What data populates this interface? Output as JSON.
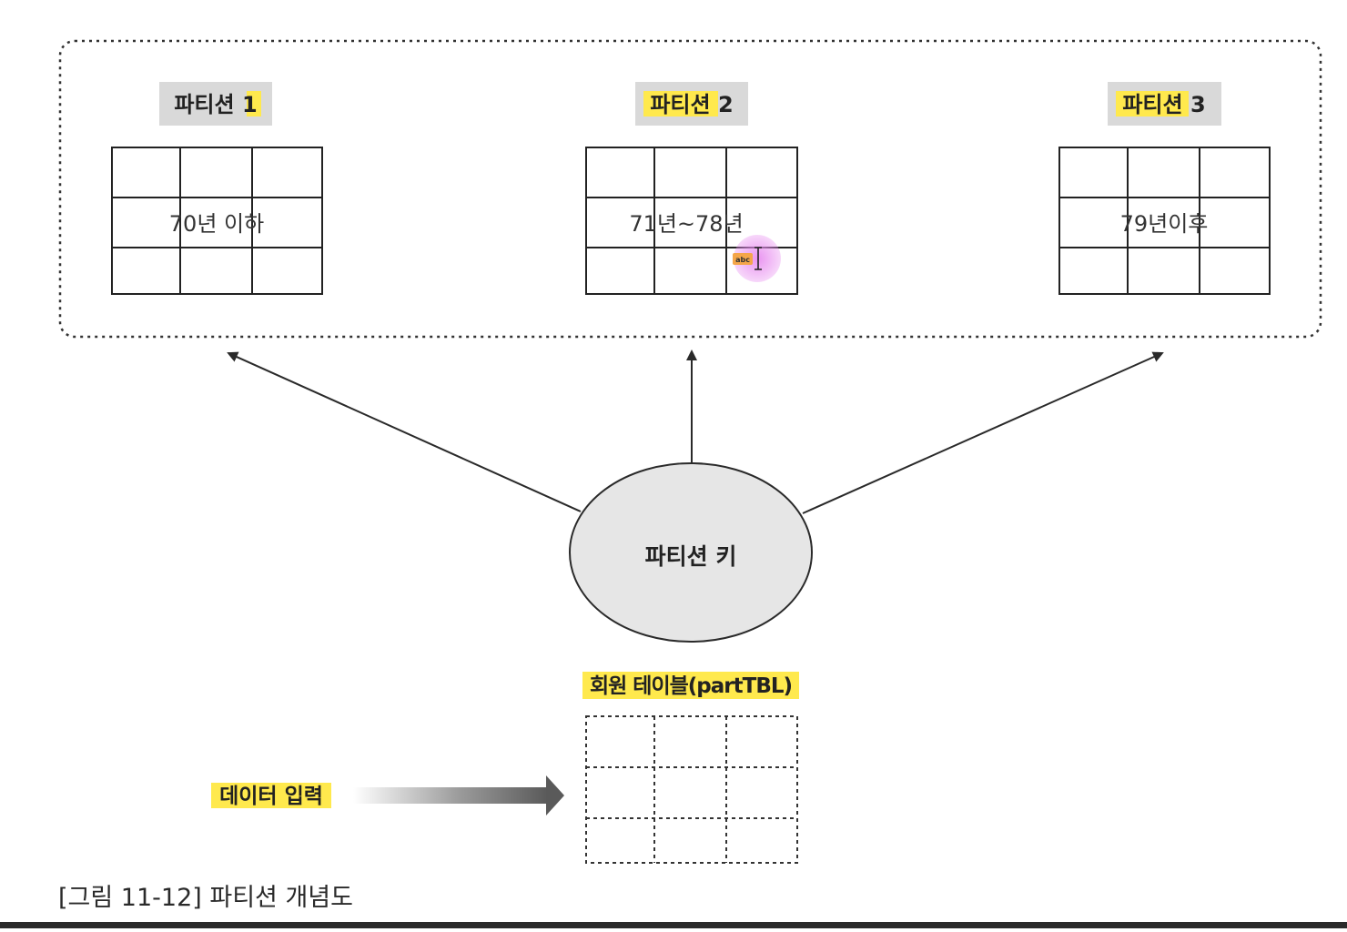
{
  "diagram": {
    "partitions": [
      {
        "label": "파티션 1",
        "range": "70년 이하"
      },
      {
        "label": "파티션 2",
        "range": "71년~78년"
      },
      {
        "label": "파티션 3",
        "range": "79년이후"
      }
    ],
    "partition_key_label": "파티션 키",
    "source_table_label": "회원 테이블(partTBL)",
    "data_input_label": "데이터 입력",
    "cursor_badge": "abc",
    "caption": "[그림 11-12] 파티션 개념도",
    "colors": {
      "highlight": "#ffe94d",
      "label_bg": "#d9d9d9",
      "ellipse_fill": "#e6e6e6",
      "line": "#2a2a2a",
      "cursor_glow": "#e88ef0"
    }
  }
}
